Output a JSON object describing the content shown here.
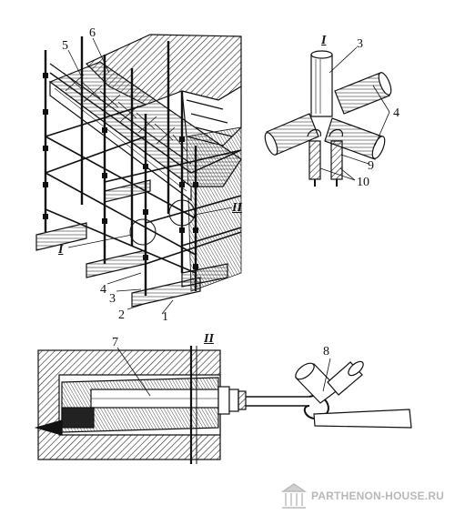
{
  "figure": {
    "callouts": [
      {
        "id": "c1",
        "text": "1"
      },
      {
        "id": "c2",
        "text": "2"
      },
      {
        "id": "c3-main",
        "text": "3"
      },
      {
        "id": "c4-main",
        "text": "4"
      },
      {
        "id": "c5",
        "text": "5"
      },
      {
        "id": "c6",
        "text": "6"
      },
      {
        "id": "c3-detail",
        "text": "3"
      },
      {
        "id": "c4-detail",
        "text": "4"
      },
      {
        "id": "c9",
        "text": "9"
      },
      {
        "id": "c10",
        "text": "10"
      },
      {
        "id": "c7",
        "text": "7"
      },
      {
        "id": "c8",
        "text": "8"
      }
    ],
    "detail_marks": [
      {
        "id": "mark-I-main",
        "text": "I"
      },
      {
        "id": "mark-II-main",
        "text": "II"
      },
      {
        "id": "mark-I-detail",
        "text": "I"
      },
      {
        "id": "mark-II-detail",
        "text": "II"
      }
    ]
  },
  "watermark": {
    "text": "PARTHENON-HOUSE.RU"
  }
}
